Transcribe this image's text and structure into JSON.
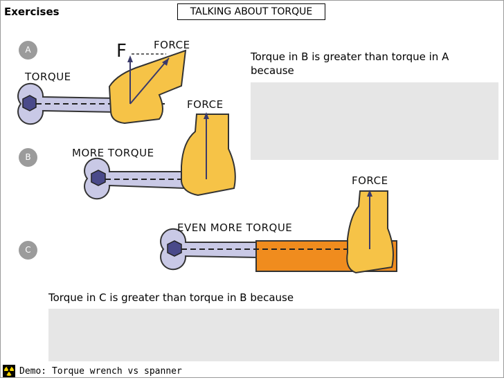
{
  "header": {
    "title": "Exercises",
    "topic": "TALKING ABOUT TORQUE"
  },
  "panels": {
    "a": {
      "badge": "A",
      "torque_label": "TORQUE",
      "force_label": "FORCE",
      "f_label": "F"
    },
    "b": {
      "badge": "B",
      "torque_label": "MORE TORQUE",
      "force_label": "FORCE"
    },
    "c": {
      "badge": "C",
      "torque_label": "EVEN MORE TORQUE",
      "force_label": "FORCE"
    }
  },
  "questions": {
    "q1": "Torque in B is greater than torque in A because",
    "q2": "Torque in C is greater than torque in B because"
  },
  "answers": {
    "a1": "",
    "a2": ""
  },
  "footer": {
    "link": "Demo: Torque wrench vs spanner",
    "icon": "radiation-icon"
  },
  "colors": {
    "hand": "#f6c347",
    "wrench": "#c9c9e6",
    "nut": "#4a4a8a",
    "extension": "#f08c1e",
    "arrow": "#3a3a6a",
    "answer_box": "#e6e6e6"
  }
}
